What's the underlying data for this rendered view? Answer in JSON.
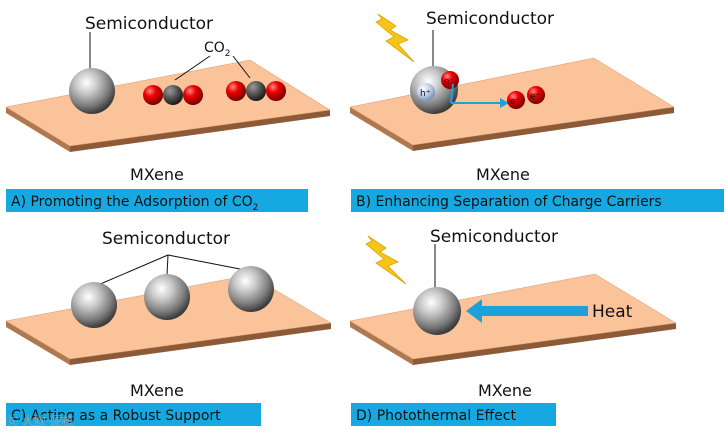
{
  "panels": {
    "a": {
      "top_label": "Semiconductor",
      "molecule_label": "CO",
      "molecule_subscript": "2",
      "bottom_label": "MXene",
      "caption": "A) Promoting the Adsorption of CO",
      "caption_subscript": "2"
    },
    "b": {
      "top_label": "Semiconductor",
      "hole_label": "h⁺",
      "electron_label": "e⁻",
      "bottom_label": "MXene",
      "caption": "B) Enhancing Separation of Charge Carriers"
    },
    "c": {
      "top_label": "Semiconductor",
      "bottom_label": "MXene",
      "caption": "C) Acting as a Robust Support"
    },
    "d": {
      "top_label": "Semiconductor",
      "arrow_label": "Heat",
      "bottom_label": "MXene",
      "caption": "D) Photothermal Effect"
    }
  },
  "watermark": "Ⓖ 大欧·硬核",
  "colors": {
    "slab_top": "#fbc39a",
    "slab_side": "#b07850",
    "caption_bg": "#16a9e1",
    "arrow": "#1ea0dc",
    "lightning": "#f7c418",
    "oxygen": "#e00000",
    "carbon": "#555555"
  }
}
